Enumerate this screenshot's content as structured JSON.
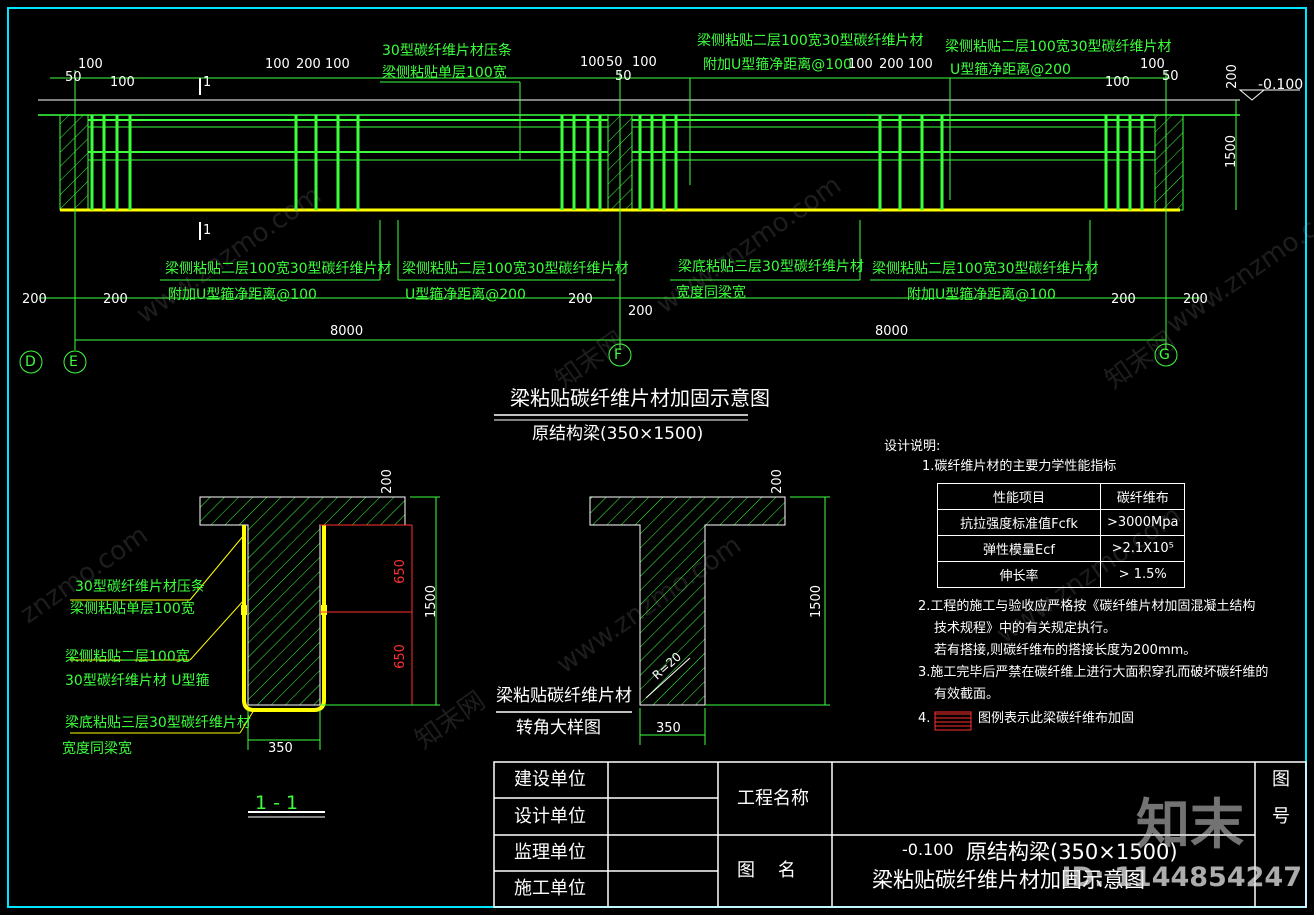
{
  "elevation_label": "-0.100",
  "section_marks": [
    "1",
    "1"
  ],
  "axes": [
    "D",
    "E",
    "F",
    "G"
  ],
  "span_dims": [
    "8000",
    "8000"
  ],
  "elev_dims": {
    "top": "200",
    "height": "1500"
  },
  "edge_dims": [
    "200",
    "200",
    "200",
    "200",
    "200",
    "200"
  ],
  "top_dims": {
    "g1": [
      "100",
      "50",
      "100"
    ],
    "g2": [
      "100",
      "200",
      "100"
    ],
    "g3": [
      "100",
      "50",
      "50",
      "100"
    ],
    "g4": [
      "100",
      "200",
      "100"
    ],
    "g5": [
      "100",
      "100",
      "50"
    ]
  },
  "top_notes": {
    "n1": [
      "30型碳纤维片材压条",
      "梁侧粘贴单层100宽"
    ],
    "n2": [
      "梁侧粘贴二层100宽30型碳纤维片材",
      "附加U型箍净距离@100"
    ],
    "n3": [
      "梁侧粘贴二层100宽30型碳纤维片材",
      "U型箍净距离@200"
    ]
  },
  "bottom_notes": {
    "n1": [
      "梁侧粘贴二层100宽30型碳纤维片材",
      "附加U型箍净距离@100"
    ],
    "n2": [
      "梁侧粘贴二层100宽30型碳纤维片材",
      "U型箍净距离@200"
    ],
    "n3": [
      "梁底粘贴三层30型碳纤维片材",
      "宽度同梁宽"
    ],
    "n4": [
      "梁侧粘贴二层100宽30型碳纤维片材",
      "附加U型箍净距离@100"
    ]
  },
  "main_title": "梁粘贴碳纤维片材加固示意图",
  "sub_title": "原结构梁(350×1500)",
  "section": {
    "dims": {
      "top": "200",
      "upper": "650",
      "lower": "650",
      "total": "1500",
      "width": "350"
    },
    "notes": [
      [
        "30型碳纤维片材压条",
        "梁侧粘贴单层100宽"
      ],
      [
        "梁侧粘贴二层100宽",
        "30型碳纤维片材 U型箍"
      ],
      [
        "梁底粘贴三层30型碳纤维片材",
        "宽度同梁宽"
      ]
    ],
    "label": "1 - 1"
  },
  "corner": {
    "dims": {
      "top": "200",
      "total": "1500",
      "width": "350",
      "radius": "R=20"
    },
    "title": "梁粘贴碳纤维片材",
    "subtitle": "转角大样图"
  },
  "design_notes": {
    "heading": "设计说明:",
    "item1": "1.碳纤维片材的主要力学性能指标",
    "table_head": [
      "性能项目",
      "碳纤维布"
    ],
    "table_rows": [
      [
        "抗拉强度标准值Fcfk",
        ">3000Mpa"
      ],
      [
        "弹性模量Ecf",
        ">2.1X10⁵"
      ],
      [
        "伸长率",
        "> 1.5%"
      ]
    ],
    "item2": [
      "2.工程的施工与验收应严格按《碳纤维片材加固混凝土结构",
      "技术规程》中的有关规定执行。",
      "若有搭接,则碳纤维布的搭接长度为200mm。"
    ],
    "item3": [
      "3.施工完毕后严禁在碳纤维上进行大面积穿孔而破坏碳纤维的",
      "有效截面。"
    ],
    "item4": "图例表示此梁碳纤维布加固",
    "item4_num": "4."
  },
  "title_block": {
    "rows": [
      "建设单位",
      "设计单位",
      "监理单位",
      "施工单位"
    ],
    "project_label": "工程名称",
    "drawing_label": "图    名",
    "drawing_elev": "-0.100",
    "drawing_name_1": "原结构梁(350×1500)",
    "drawing_name_2": "梁粘贴碳纤维片材加固示意图",
    "num_label_1": "图",
    "num_label_2": "号"
  },
  "watermarks": [
    "www.znzmo.com",
    "知末网",
    "znzmo.com"
  ],
  "brand": {
    "logo": "知末",
    "id": "ID: 1144854247"
  },
  "colors": {
    "green": "#3cff3c",
    "yellow": "#ffff00",
    "cyan": "#00e5ff",
    "red": "#ff3030",
    "white": "#ffffff"
  }
}
